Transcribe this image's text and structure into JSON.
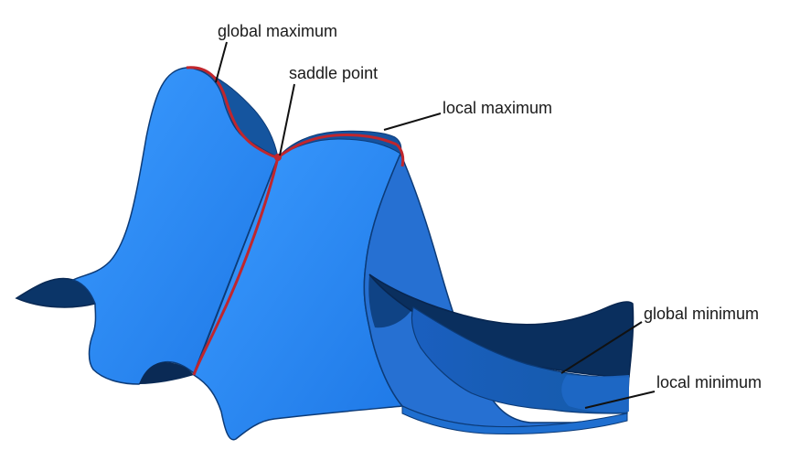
{
  "labels": {
    "global_maximum": "global maximum",
    "saddle_point": "saddle point",
    "local_maximum": "local maximum",
    "global_minimum": "global minimum",
    "local_minimum": "local minimum"
  },
  "colors": {
    "surface_light": "#2f8ff2",
    "surface_mid": "#1f6fd0",
    "surface_dark": "#0c3b78",
    "surface_darkest": "#0a2a55",
    "ridge_line": "#c0262d",
    "callout_line": "#111111",
    "background": "#ffffff"
  }
}
